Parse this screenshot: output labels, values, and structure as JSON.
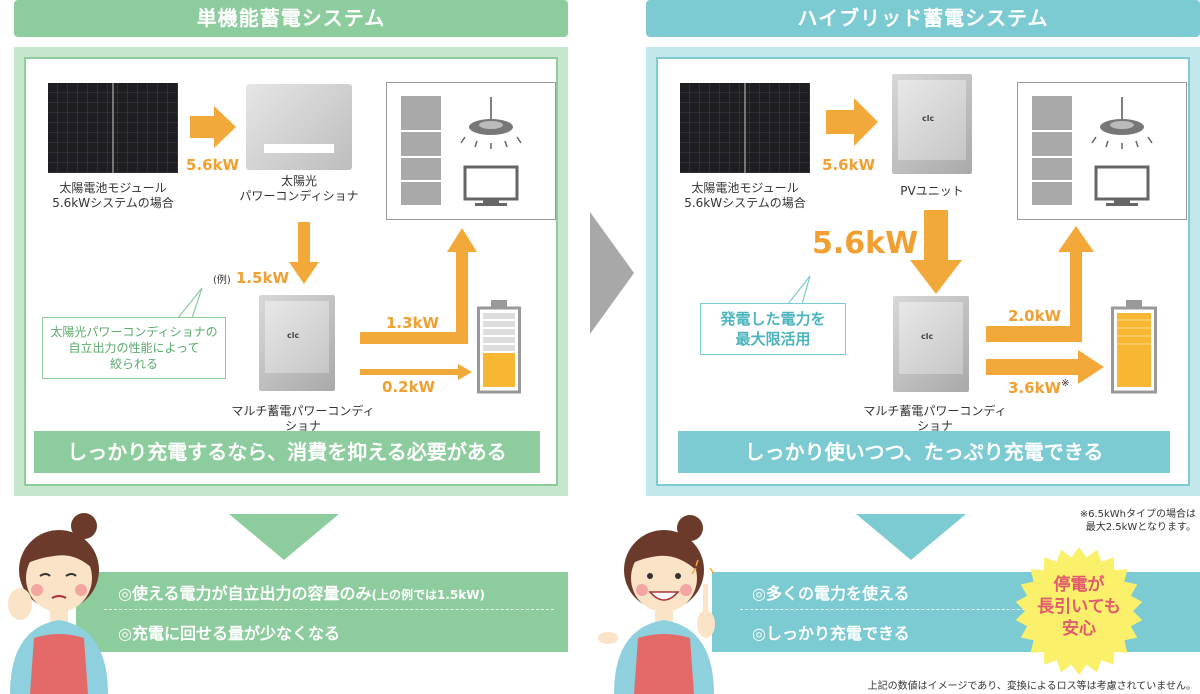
{
  "left": {
    "title": "単機能蓄電システム",
    "solar_label": [
      "太陽電池モジュール",
      "5.6kWシステムの場合"
    ],
    "pcs_label": [
      "太陽光",
      "パワーコンディショナ"
    ],
    "flow_solar": "5.6kW",
    "flow_example_prefix": "(例)",
    "flow_example": "1.5kW",
    "flow_up": "1.3kW",
    "flow_battery": "0.2kW",
    "callout": [
      "太陽光パワーコンディショナの",
      "自立出力の性能によって",
      "絞られる"
    ],
    "multi_label": "マルチ蓄電パワーコンディショナ",
    "band": "しっかり充電するなら、消費を抑える必要がある",
    "points": [
      "◎使える電力が自立出力の容量のみ",
      "(上の例では1.5kW)",
      "◎充電に回せる量が少なくなる"
    ]
  },
  "right": {
    "title": "ハイブリッド蓄電システム",
    "solar_label": [
      "太陽電池モジュール",
      "5.6kWシステムの場合"
    ],
    "pv_label": "PVユニット",
    "flow_solar": "5.6kW",
    "flow_big": "5.6kW",
    "flow_up": "2.0kW",
    "flow_battery": "3.6kW",
    "flow_battery_mark": "※",
    "callout": [
      "発電した電力を",
      "最大限活用"
    ],
    "multi_label": "マルチ蓄電パワーコンディショナ",
    "band": "しっかり使いつつ、たっぷり充電できる",
    "footnote": [
      "※6.5kWhタイプの場合は",
      "最大2.5kWとなります。"
    ],
    "points": [
      "◎多くの電力を使える",
      "◎しっかり充電できる"
    ],
    "badge": [
      "停電が",
      "長引いても",
      "安心"
    ]
  },
  "device_logo": "clc",
  "bottom_note": "上記の数値はイメージであり、変換によるロス等は考慮されていません。",
  "colors": {
    "green": "#8dcc9c",
    "green_dark": "#7cc28e",
    "blue": "#7ccbd2",
    "blue_dark": "#69c0c8",
    "orange": "#f3a83a",
    "yellow": "#fbf06a"
  }
}
